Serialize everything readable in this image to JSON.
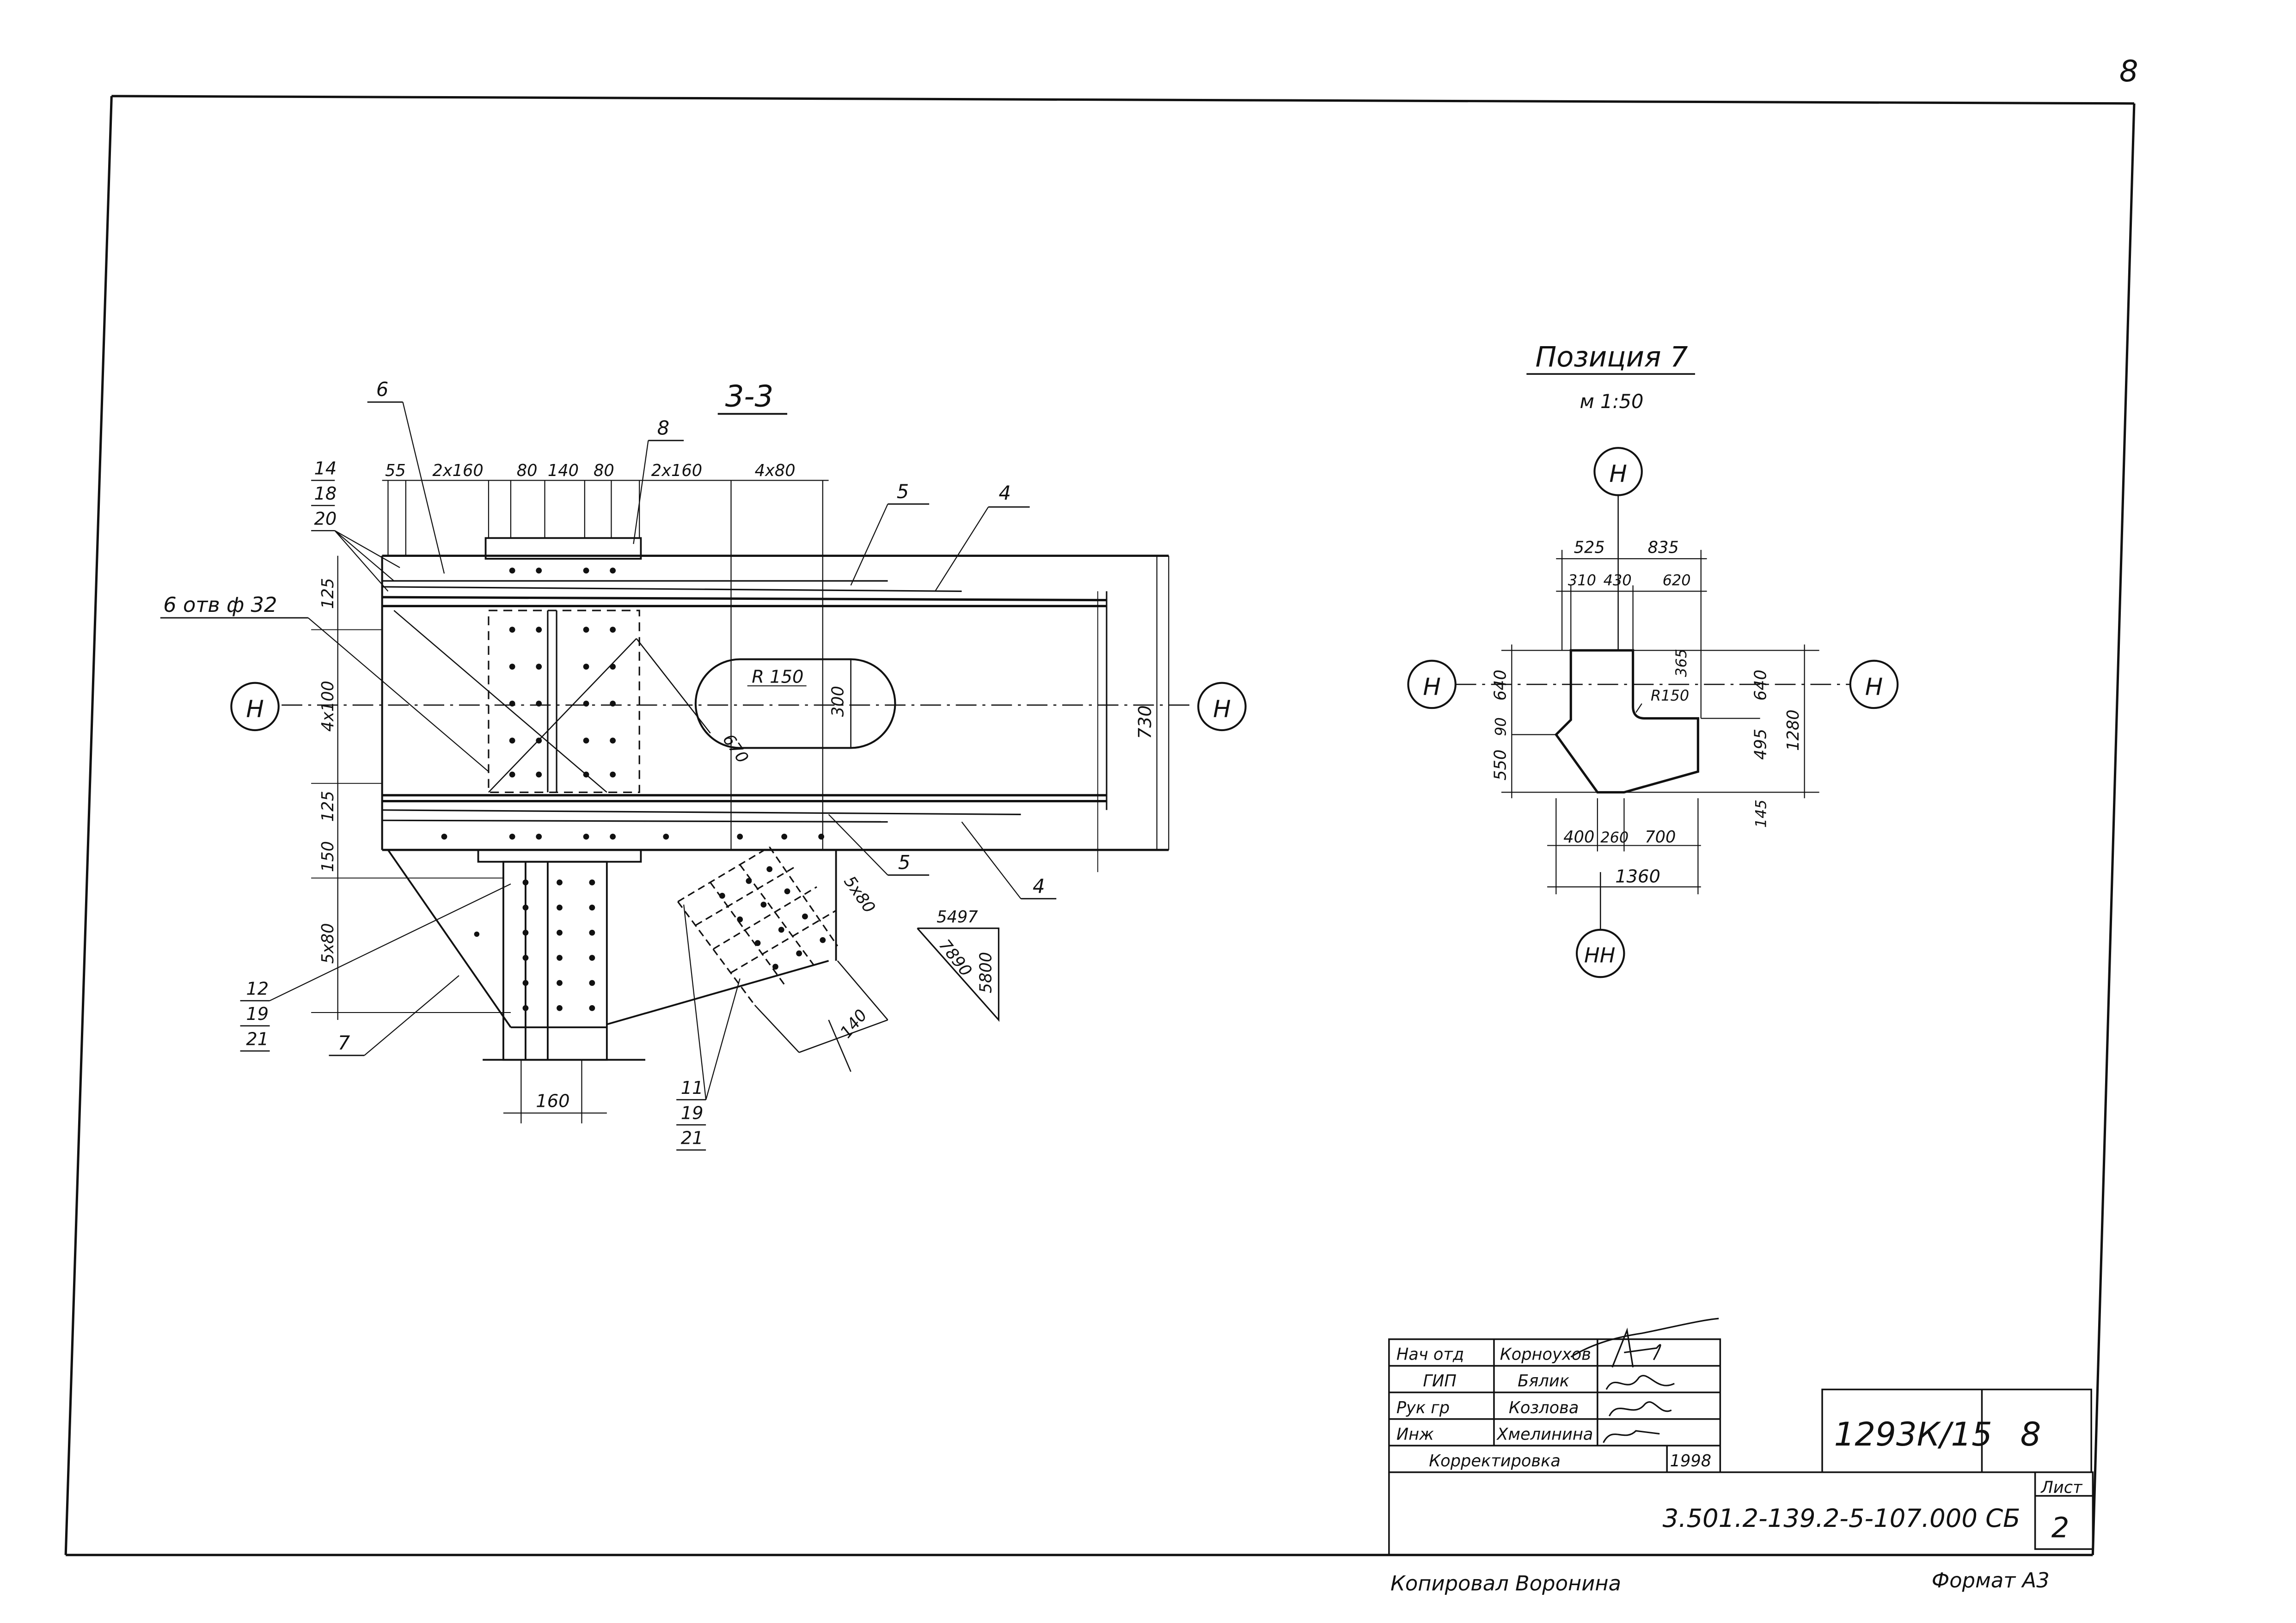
{
  "page_number": "8",
  "section": {
    "title": "3-3",
    "callouts": {
      "c6": "6",
      "c8": "8",
      "c5a": "5",
      "c4a": "4",
      "c5b": "5",
      "c4b": "4",
      "c7": "7",
      "stack_top": [
        "14",
        "18",
        "20"
      ],
      "stack_left": [
        "12",
        "19",
        "21"
      ],
      "stack_bottom": [
        "11",
        "19",
        "21"
      ]
    },
    "holes_label": "6 отв ф 32",
    "axis_label": "Н",
    "dims": {
      "d55": "55",
      "d2x160a": "2x160",
      "d80a": "80",
      "d140": "140",
      "d80b": "80",
      "d2x160b": "2x160",
      "d4x80": "4x80",
      "d125a": "125",
      "d4x100": "4x100",
      "d125b": "125",
      "d150": "150",
      "d5x80a": "5x80",
      "d160": "160",
      "d730": "730",
      "dR150": "R 150",
      "d300": "300",
      "d670": "670",
      "d5x80b": "5x80",
      "d140b": "140"
    },
    "slope": {
      "top": "5497",
      "hyp": "7890",
      "side": "5800"
    }
  },
  "position": {
    "title": "Позиция 7",
    "scale": "м 1:50",
    "axis_h": "Н",
    "axis_hh": "НН",
    "dims": {
      "d525": "525",
      "d835": "835",
      "d310": "310",
      "d430": "430",
      "d620": "620",
      "d640a": "640",
      "d90": "90",
      "d550": "550",
      "dR150": "R150",
      "d365": "365",
      "d640b": "640",
      "d495": "495",
      "d145": "145",
      "d1280": "1280",
      "d400": "400",
      "d260": "260",
      "d700": "700",
      "d1360": "1360"
    }
  },
  "title_block": {
    "rows": [
      {
        "role": "Нач отд",
        "name": "Корноухов"
      },
      {
        "role": "ГИП",
        "name": "Бялик"
      },
      {
        "role": "Рук гр",
        "name": "Козлова"
      },
      {
        "role": "Инж",
        "name": "Хмелинина"
      }
    ],
    "correction_label": "Корректировка",
    "year": "1998",
    "archive_code": "1293К/15",
    "archive_page": "8",
    "doc_code": "3.501.2-139.2-5-107.000 СБ",
    "sheet_label": "Лист",
    "sheet_num": "2"
  },
  "footer": {
    "copied": "Копировал Воронина",
    "format": "Формат А3"
  }
}
